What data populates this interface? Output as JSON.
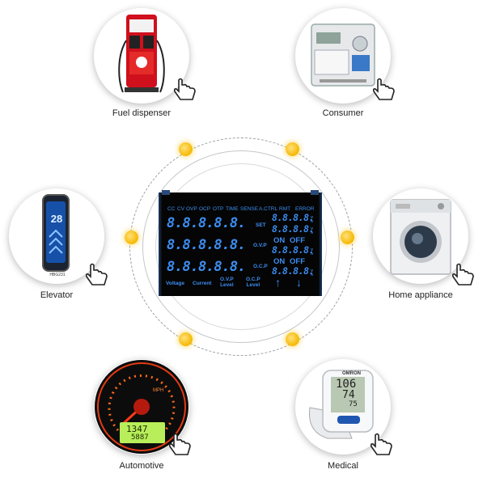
{
  "categories": {
    "fuel": {
      "caption": "Fuel dispenser",
      "icon": "fuel-dispenser-icon"
    },
    "consumer": {
      "caption": "Consumer",
      "icon": "electricity-meter-icon"
    },
    "elevator": {
      "caption": "Elevator",
      "icon": "elevator-display-icon",
      "floor": "28",
      "brand": "HBG231"
    },
    "home": {
      "caption": "Home appliance",
      "icon": "washing-machine-icon"
    },
    "automotive": {
      "caption": "Automotive",
      "icon": "speedometer-icon",
      "odo1": "1347",
      "odo2": "5887",
      "unit": "MPH"
    },
    "medical": {
      "caption": "Medical",
      "icon": "blood-pressure-monitor-icon",
      "brand": "OMRON",
      "v1": "106",
      "v2": "74",
      "v3": "75"
    }
  },
  "lcd": {
    "header": [
      "CC",
      "CV",
      "OVP",
      "OCP",
      "OTP",
      "TIME",
      "SENSE",
      "A.CTRL",
      "RMT",
      "ERROR"
    ],
    "digits": "8.8.8.8.8.",
    "set": "SET",
    "ovp": "O.V.P",
    "ocp": "O.C.P",
    "on": "ON",
    "off": "OFF",
    "small_digits": "8.8.8.8.",
    "unit_v": "V",
    "unit_a": "A",
    "bottom": {
      "voltage": "Voltage",
      "current": "Current",
      "ovp_level": "O.V.P\nLevel",
      "ocp_level": "O.C.P\nLevel"
    },
    "arrow_up": "↑",
    "arrow_down": "↓"
  },
  "colors": {
    "lcd_blue": "#3c8ef2",
    "dot_yellow": "#f5b800",
    "lcd_bg": "#050505"
  }
}
